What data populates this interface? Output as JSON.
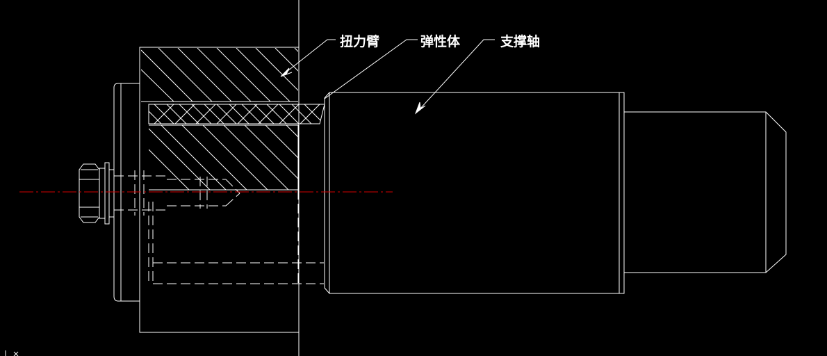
{
  "labels": {
    "torque_arm": "扭力臂",
    "elastic_body": "弹性体",
    "support_shaft": "支撑轴"
  },
  "colors": {
    "background": "#000000",
    "line": "#ffffff",
    "centerline": "#d40000",
    "hidden_line": "#ffffff"
  }
}
